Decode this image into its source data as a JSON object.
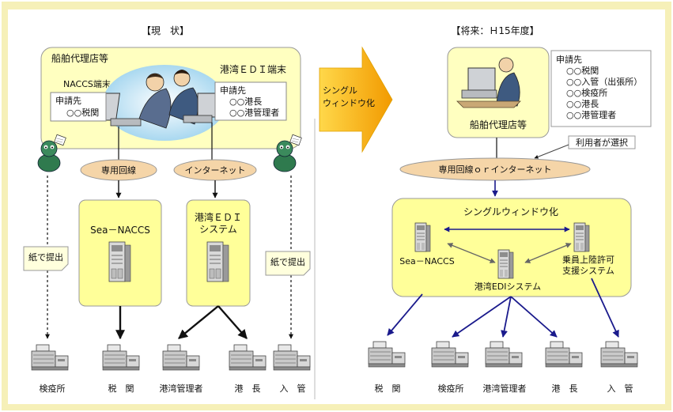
{
  "current": {
    "title": "【現　状】",
    "agency": "船舶代理店等",
    "port_edi_terminal": "港湾ＥＤＩ端末",
    "naccs_terminal": "NACCS端末",
    "applicant_left": {
      "label": "申請先",
      "items": [
        "○○税関"
      ]
    },
    "applicant_right": {
      "label": "申請先",
      "items": [
        "○○港長",
        "○○港管理者"
      ]
    },
    "dedicated_line": "専用回線",
    "internet": "インターネット",
    "sea_naccs": "Sea－NACCS",
    "port_edi_system": [
      "港湾ＥＤＩ",
      "システム"
    ],
    "paper_left": "紙で提出",
    "paper_right": "紙で提出",
    "destinations": [
      "検疫所",
      "税　関",
      "港湾管理者",
      "港　長",
      "入　管"
    ]
  },
  "transition": {
    "lines": [
      "シングル",
      "ウィンドウ化"
    ]
  },
  "future": {
    "title": "【将来：Ｈ15年度】",
    "agency": "船舶代理店等",
    "applicant": {
      "label": "申請先",
      "items": [
        "○○税関",
        "○○入管（出張所）",
        "○○検疫所",
        "○○港長",
        "○○港管理者"
      ]
    },
    "user_choice": "利用者が選択",
    "network": "専用回線ｏｒインターネット",
    "single_window": "シングルウィンドウ化",
    "sea_naccs": "Sea－NACCS",
    "immigration_system": [
      "乗員上陸許可",
      "支援システム"
    ],
    "port_edi_system": "港湾EDIシステム",
    "destinations": [
      "税　関",
      "検疫所",
      "港湾管理者",
      "港　長",
      "入　管"
    ]
  },
  "colors": {
    "frame": "#f6f0b8",
    "panel": "#ffffc0",
    "box": "#ffff99",
    "oval": "#f5d5a8",
    "arrow": "#1a1a8c",
    "wave": "#b8dff2"
  }
}
